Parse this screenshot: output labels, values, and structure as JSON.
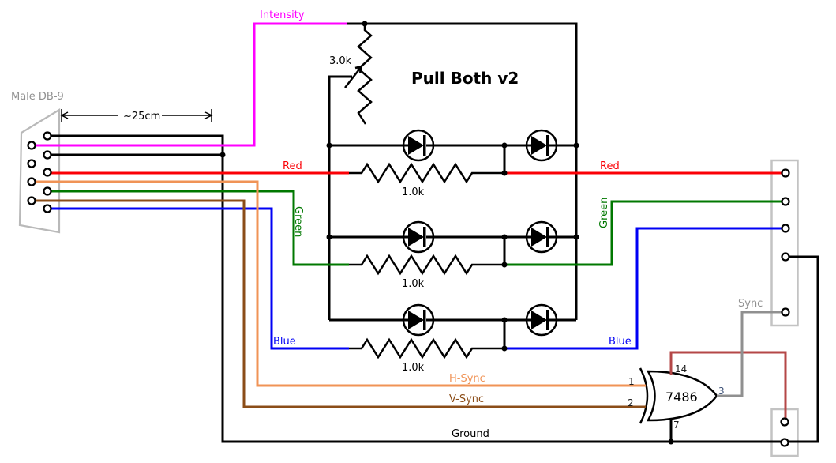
{
  "title": "Pull Both v2",
  "db9": {
    "label": "Male DB-9",
    "cable_length": "~25cm"
  },
  "signals": {
    "intensity": "Intensity",
    "red": "Red",
    "green": "Green",
    "blue": "Blue",
    "hsync": "H-Sync",
    "vsync": "V-Sync",
    "ground": "Ground",
    "sync": "Sync"
  },
  "components": {
    "potentiometer": {
      "value": "3.0k"
    },
    "resistor": {
      "value": "1.0k"
    },
    "xor_gate": {
      "chip": "7486",
      "pin_in1": "1",
      "pin_in2": "2",
      "pin_out": "3",
      "pin_vcc": "14",
      "pin_gnd": "7"
    }
  },
  "colors": {
    "wire_black": "#000000",
    "wire_magenta": "#ff00ff",
    "wire_red": "#fb0006",
    "wire_green": "#007800",
    "wire_blue": "#0000f5",
    "wire_orange": "#f09356",
    "wire_brown": "#8b4d18",
    "wire_darkred": "#b44747",
    "wire_gray": "#909090",
    "connector_gray": "#c3c3c3",
    "db9_gray": "#b9b9b9",
    "label_gray": "#909090",
    "pin_label": "#1c1c1c",
    "pin_out_label": "#3d5177"
  }
}
